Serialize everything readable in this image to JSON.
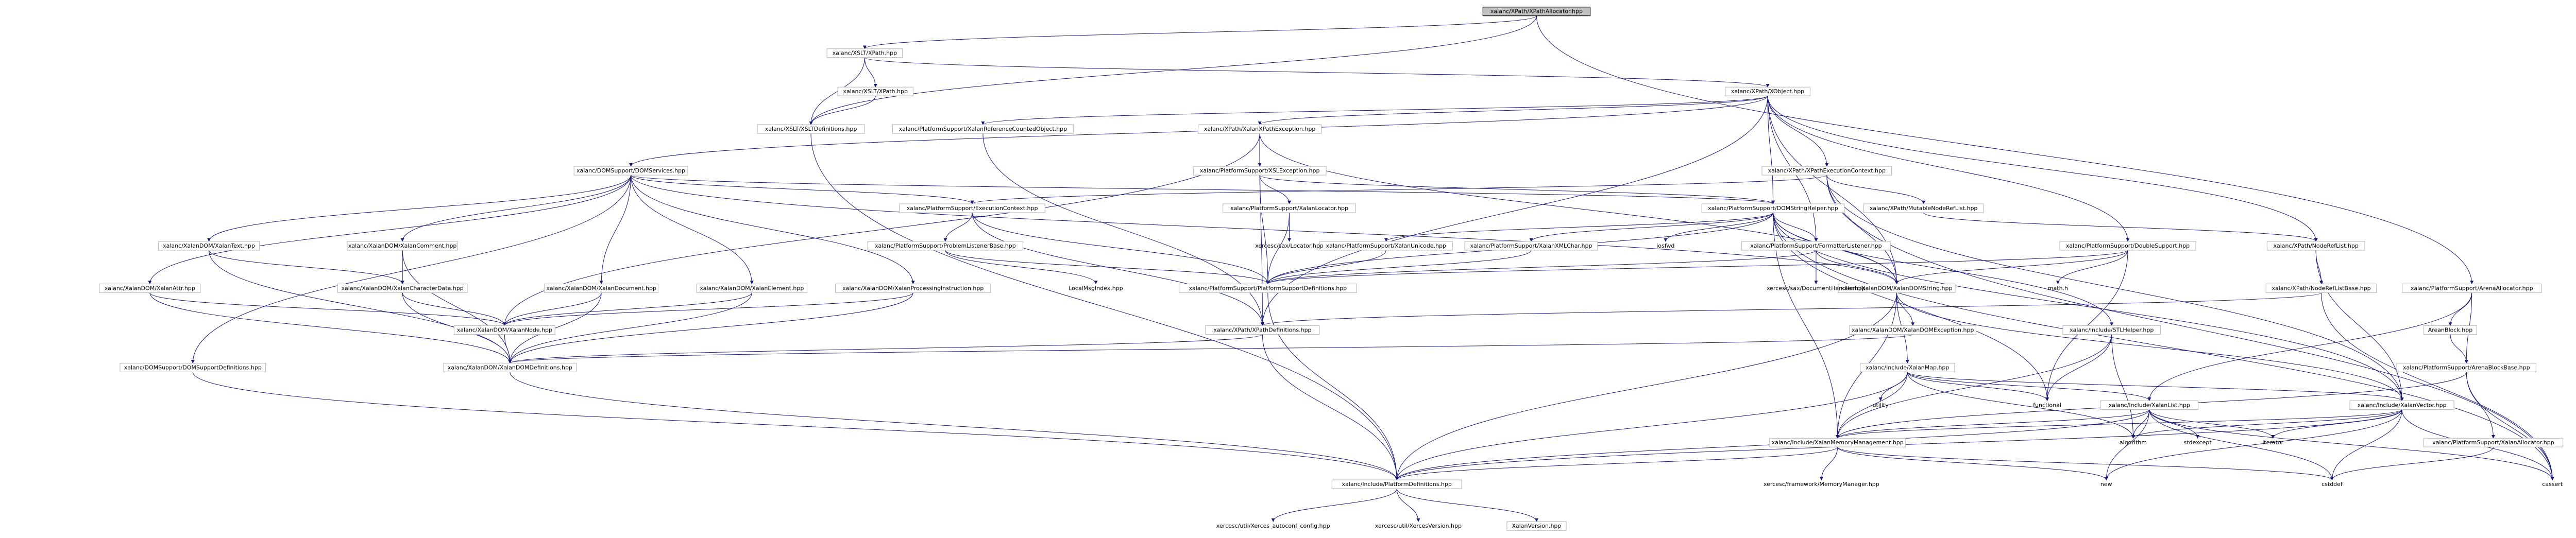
{
  "graph": {
    "root": "xalanc/XPath/XPathAllocator.hpp",
    "nodes": [
      {
        "id": "n0",
        "label": "xalanc/XPath/XPathAllocator.hpp",
        "root": true,
        "bare": false
      },
      {
        "id": "n1",
        "label": "xalanc/XSLT/XSLTDefinitions.hpp",
        "root": false,
        "bare": false
      },
      {
        "id": "n2",
        "label": "xalanc/XSLT/XPath.hpp",
        "root": false,
        "bare": false
      },
      {
        "id": "n3",
        "label": "xalanc/XSLT/XPath.hpp",
        "root": false,
        "bare": false
      },
      {
        "id": "n4",
        "label": "xalanc/XPath/XObject.hpp",
        "root": false,
        "bare": false
      },
      {
        "id": "n5",
        "label": "xalanc/DOMSupport/DOMServices.hpp",
        "root": false,
        "bare": false
      },
      {
        "id": "n6",
        "label": "xalanc/PlatformSupport/XalanReferenceCountedObject.hpp",
        "root": false,
        "bare": false
      },
      {
        "id": "n7",
        "label": "xalanc/XPath/XalanXPathException.hpp",
        "root": false,
        "bare": false
      },
      {
        "id": "n8",
        "label": "xalanc/XPath/XPathExecutionContext.hpp",
        "root": false,
        "bare": false
      },
      {
        "id": "n9",
        "label": "xalanc/PlatformSupport/DoubleSupport.hpp",
        "root": false,
        "bare": false
      },
      {
        "id": "n10",
        "label": "xalanc/XPath/NodeRefList.hpp",
        "root": false,
        "bare": false
      },
      {
        "id": "n11",
        "label": "xalanc/PlatformSupport/ArenaAllocator.hpp",
        "root": false,
        "bare": false
      },
      {
        "id": "n12",
        "label": "xalanc/PlatformSupport/XSLException.hpp",
        "root": false,
        "bare": false
      },
      {
        "id": "n13",
        "label": "xalanc/PlatformSupport/DOMStringHelper.hpp",
        "root": false,
        "bare": false
      },
      {
        "id": "n14",
        "label": "xalanc/XPath/MutableNodeRefList.hpp",
        "root": false,
        "bare": false
      },
      {
        "id": "n15",
        "label": "xalanc/PlatformSupport/ExecutionContext.hpp",
        "root": false,
        "bare": false
      },
      {
        "id": "n16",
        "label": "xalanc/PlatformSupport/XalanLocator.hpp",
        "root": false,
        "bare": false
      },
      {
        "id": "n17",
        "label": "xalanc/XalanDOM/XalanText.hpp",
        "root": false,
        "bare": false
      },
      {
        "id": "n18",
        "label": "xalanc/XalanDOM/XalanComment.hpp",
        "root": false,
        "bare": false
      },
      {
        "id": "n19",
        "label": "xalanc/PlatformSupport/ProblemListenerBase.hpp",
        "root": false,
        "bare": false
      },
      {
        "id": "n20",
        "label": "xalanc/PlatformSupport/XalanUnicode.hpp",
        "root": false,
        "bare": false
      },
      {
        "id": "n21",
        "label": "xalanc/PlatformSupport/XalanXMLChar.hpp",
        "root": false,
        "bare": false
      },
      {
        "id": "n22",
        "label": "iosfwd",
        "root": false,
        "bare": true
      },
      {
        "id": "n23",
        "label": "xalanc/PlatformSupport/FormatterListener.hpp",
        "root": false,
        "bare": false
      },
      {
        "id": "n24",
        "label": "xalanc/XPath/NodeRefListBase.hpp",
        "root": false,
        "bare": false
      },
      {
        "id": "n25",
        "label": "xalanc/XalanDOM/XalanAttr.hpp",
        "root": false,
        "bare": false
      },
      {
        "id": "n26",
        "label": "xalanc/XalanDOM/XalanCharacterData.hpp",
        "root": false,
        "bare": false
      },
      {
        "id": "n27",
        "label": "xalanc/XalanDOM/XalanDocument.hpp",
        "root": false,
        "bare": false
      },
      {
        "id": "n28",
        "label": "xalanc/XalanDOM/XalanElement.hpp",
        "root": false,
        "bare": false
      },
      {
        "id": "n29",
        "label": "xalanc/XalanDOM/XalanProcessingInstruction.hpp",
        "root": false,
        "bare": false
      },
      {
        "id": "n30",
        "label": "LocalMsgIndex.hpp",
        "root": false,
        "bare": true
      },
      {
        "id": "n31",
        "label": "xercesc/sax/Locator.hpp",
        "root": false,
        "bare": true
      },
      {
        "id": "n32",
        "label": "xalanc/PlatformSupport/PlatformSupportDefinitions.hpp",
        "root": false,
        "bare": false
      },
      {
        "id": "n33",
        "label": "xalanc/XalanDOM/XalanDOMString.hpp",
        "root": false,
        "bare": false
      },
      {
        "id": "n34",
        "label": "xercesc/sax/DocumentHandler.hpp",
        "root": false,
        "bare": true
      },
      {
        "id": "n35",
        "label": "math.h",
        "root": false,
        "bare": true
      },
      {
        "id": "n36",
        "label": "xalanc/XPath/XPathDefinitions.hpp",
        "root": false,
        "bare": false
      },
      {
        "id": "n37",
        "label": "xalanc/XalanDOM/XalanDOMException.hpp",
        "root": false,
        "bare": false
      },
      {
        "id": "n38",
        "label": "xalanc/Include/STLHelper.hpp",
        "root": false,
        "bare": false
      },
      {
        "id": "n39",
        "label": "AreanBlock.hpp",
        "root": false,
        "bare": false
      },
      {
        "id": "n40",
        "label": "xalanc/XalanDOM/XalanNode.hpp",
        "root": false,
        "bare": false
      },
      {
        "id": "n41",
        "label": "xalanc/DOMSupport/DOMSupportDefinitions.hpp",
        "root": false,
        "bare": false
      },
      {
        "id": "n42",
        "label": "xalanc/XalanDOM/XalanDOMDefinitions.hpp",
        "root": false,
        "bare": false
      },
      {
        "id": "n43",
        "label": "xalanc/Include/XalanMap.hpp",
        "root": false,
        "bare": false
      },
      {
        "id": "n44",
        "label": "xalanc/PlatformSupport/ArenaBlockBase.hpp",
        "root": false,
        "bare": false
      },
      {
        "id": "n45",
        "label": "utility",
        "root": false,
        "bare": true
      },
      {
        "id": "n46",
        "label": "functional",
        "root": false,
        "bare": true
      },
      {
        "id": "n47",
        "label": "xalanc/Include/XalanList.hpp",
        "root": false,
        "bare": false
      },
      {
        "id": "n48",
        "label": "xalanc/Include/XalanVector.hpp",
        "root": false,
        "bare": false
      },
      {
        "id": "n49",
        "label": "algorithm",
        "root": false,
        "bare": true
      },
      {
        "id": "n50",
        "label": "stdexcept",
        "root": false,
        "bare": true
      },
      {
        "id": "n51",
        "label": "iterator",
        "root": false,
        "bare": true
      },
      {
        "id": "n52",
        "label": "xalanc/Include/XalanMemoryManagement.hpp",
        "root": false,
        "bare": false
      },
      {
        "id": "n53",
        "label": "xalanc/PlatformSupport/XalanAllocator.hpp",
        "root": false,
        "bare": false
      },
      {
        "id": "n54",
        "label": "xalanc/Include/PlatformDefinitions.hpp",
        "root": false,
        "bare": false
      },
      {
        "id": "n55",
        "label": "xercesc/framework/MemoryManager.hpp",
        "root": false,
        "bare": true
      },
      {
        "id": "n56",
        "label": "new",
        "root": false,
        "bare": true
      },
      {
        "id": "n57",
        "label": "cstddef",
        "root": false,
        "bare": true
      },
      {
        "id": "n58",
        "label": "cassert",
        "root": false,
        "bare": true
      },
      {
        "id": "n59",
        "label": "xercesc/util/Xerces_autoconf_config.hpp",
        "root": false,
        "bare": true
      },
      {
        "id": "n60",
        "label": "xercesc/util/XercesVersion.hpp",
        "root": false,
        "bare": true
      },
      {
        "id": "n61",
        "label": "XalanVersion.hpp",
        "root": false,
        "bare": false
      }
    ],
    "edges": [
      [
        "n0",
        "n2"
      ],
      [
        "n0",
        "n1"
      ],
      [
        "n0",
        "n11"
      ],
      [
        "n2",
        "n3"
      ],
      [
        "n2",
        "n1"
      ],
      [
        "n2",
        "n4"
      ],
      [
        "n3",
        "n1"
      ],
      [
        "n1",
        "n54"
      ],
      [
        "n4",
        "n5"
      ],
      [
        "n4",
        "n6"
      ],
      [
        "n4",
        "n7"
      ],
      [
        "n4",
        "n8"
      ],
      [
        "n4",
        "n9"
      ],
      [
        "n4",
        "n10"
      ],
      [
        "n4",
        "n13"
      ],
      [
        "n4",
        "n23"
      ],
      [
        "n4",
        "n33"
      ],
      [
        "n4",
        "n36"
      ],
      [
        "n5",
        "n17"
      ],
      [
        "n5",
        "n18"
      ],
      [
        "n5",
        "n25"
      ],
      [
        "n5",
        "n27"
      ],
      [
        "n5",
        "n28"
      ],
      [
        "n5",
        "n29"
      ],
      [
        "n5",
        "n41"
      ],
      [
        "n5",
        "n15"
      ],
      [
        "n5",
        "n13"
      ],
      [
        "n5",
        "n33"
      ],
      [
        "n6",
        "n36"
      ],
      [
        "n7",
        "n12"
      ],
      [
        "n7",
        "n36"
      ],
      [
        "n7",
        "n40"
      ],
      [
        "n7",
        "n33"
      ],
      [
        "n8",
        "n15"
      ],
      [
        "n8",
        "n14"
      ],
      [
        "n8",
        "n33"
      ],
      [
        "n8",
        "n48"
      ],
      [
        "n8",
        "n58"
      ],
      [
        "n9",
        "n32"
      ],
      [
        "n9",
        "n35"
      ],
      [
        "n9",
        "n33"
      ],
      [
        "n9",
        "n46"
      ],
      [
        "n10",
        "n24"
      ],
      [
        "n10",
        "n48"
      ],
      [
        "n11",
        "n39"
      ],
      [
        "n11",
        "n44"
      ],
      [
        "n11",
        "n47"
      ],
      [
        "n12",
        "n13"
      ],
      [
        "n12",
        "n16"
      ],
      [
        "n12",
        "n32"
      ],
      [
        "n13",
        "n20"
      ],
      [
        "n13",
        "n21"
      ],
      [
        "n13",
        "n22"
      ],
      [
        "n13",
        "n23"
      ],
      [
        "n13",
        "n32"
      ],
      [
        "n13",
        "n33"
      ],
      [
        "n13",
        "n38"
      ],
      [
        "n13",
        "n48"
      ],
      [
        "n13",
        "n52"
      ],
      [
        "n13",
        "n46"
      ],
      [
        "n13",
        "n58"
      ],
      [
        "n14",
        "n10"
      ],
      [
        "n15",
        "n19"
      ],
      [
        "n15",
        "n32"
      ],
      [
        "n15",
        "n36"
      ],
      [
        "n16",
        "n31"
      ],
      [
        "n16",
        "n32"
      ],
      [
        "n17",
        "n26"
      ],
      [
        "n17",
        "n42"
      ],
      [
        "n18",
        "n26"
      ],
      [
        "n18",
        "n42"
      ],
      [
        "n19",
        "n30"
      ],
      [
        "n19",
        "n32"
      ],
      [
        "n20",
        "n32"
      ],
      [
        "n21",
        "n32"
      ],
      [
        "n23",
        "n32"
      ],
      [
        "n23",
        "n34"
      ],
      [
        "n23",
        "n33"
      ],
      [
        "n24",
        "n36"
      ],
      [
        "n24",
        "n58"
      ],
      [
        "n25",
        "n40"
      ],
      [
        "n25",
        "n42"
      ],
      [
        "n26",
        "n40"
      ],
      [
        "n26",
        "n42"
      ],
      [
        "n27",
        "n40"
      ],
      [
        "n27",
        "n42"
      ],
      [
        "n28",
        "n40"
      ],
      [
        "n28",
        "n42"
      ],
      [
        "n29",
        "n40"
      ],
      [
        "n29",
        "n42"
      ],
      [
        "n32",
        "n54"
      ],
      [
        "n33",
        "n37"
      ],
      [
        "n33",
        "n43"
      ],
      [
        "n33",
        "n48"
      ],
      [
        "n33",
        "n54"
      ],
      [
        "n33",
        "n52"
      ],
      [
        "n36",
        "n42"
      ],
      [
        "n36",
        "n54"
      ],
      [
        "n37",
        "n42"
      ],
      [
        "n38",
        "n46"
      ],
      [
        "n38",
        "n49"
      ],
      [
        "n38",
        "n52"
      ],
      [
        "n39",
        "n44"
      ],
      [
        "n40",
        "n42"
      ],
      [
        "n41",
        "n54"
      ],
      [
        "n42",
        "n54"
      ],
      [
        "n43",
        "n45"
      ],
      [
        "n43",
        "n46"
      ],
      [
        "n43",
        "n47"
      ],
      [
        "n43",
        "n48"
      ],
      [
        "n43",
        "n49"
      ],
      [
        "n43",
        "n52"
      ],
      [
        "n43",
        "n54"
      ],
      [
        "n44",
        "n53"
      ],
      [
        "n44",
        "n52"
      ],
      [
        "n44",
        "n58"
      ],
      [
        "n47",
        "n50"
      ],
      [
        "n47",
        "n51"
      ],
      [
        "n47",
        "n49"
      ],
      [
        "n47",
        "n52"
      ],
      [
        "n47",
        "n56"
      ],
      [
        "n47",
        "n57"
      ],
      [
        "n47",
        "n58"
      ],
      [
        "n47",
        "n54"
      ],
      [
        "n48",
        "n49"
      ],
      [
        "n48",
        "n51"
      ],
      [
        "n48",
        "n52"
      ],
      [
        "n48",
        "n56"
      ],
      [
        "n48",
        "n57"
      ],
      [
        "n48",
        "n58"
      ],
      [
        "n48",
        "n54"
      ],
      [
        "n52",
        "n54"
      ],
      [
        "n52",
        "n55"
      ],
      [
        "n52",
        "n56"
      ],
      [
        "n52",
        "n57"
      ],
      [
        "n53",
        "n57"
      ],
      [
        "n54",
        "n59"
      ],
      [
        "n54",
        "n60"
      ],
      [
        "n54",
        "n61"
      ]
    ]
  }
}
